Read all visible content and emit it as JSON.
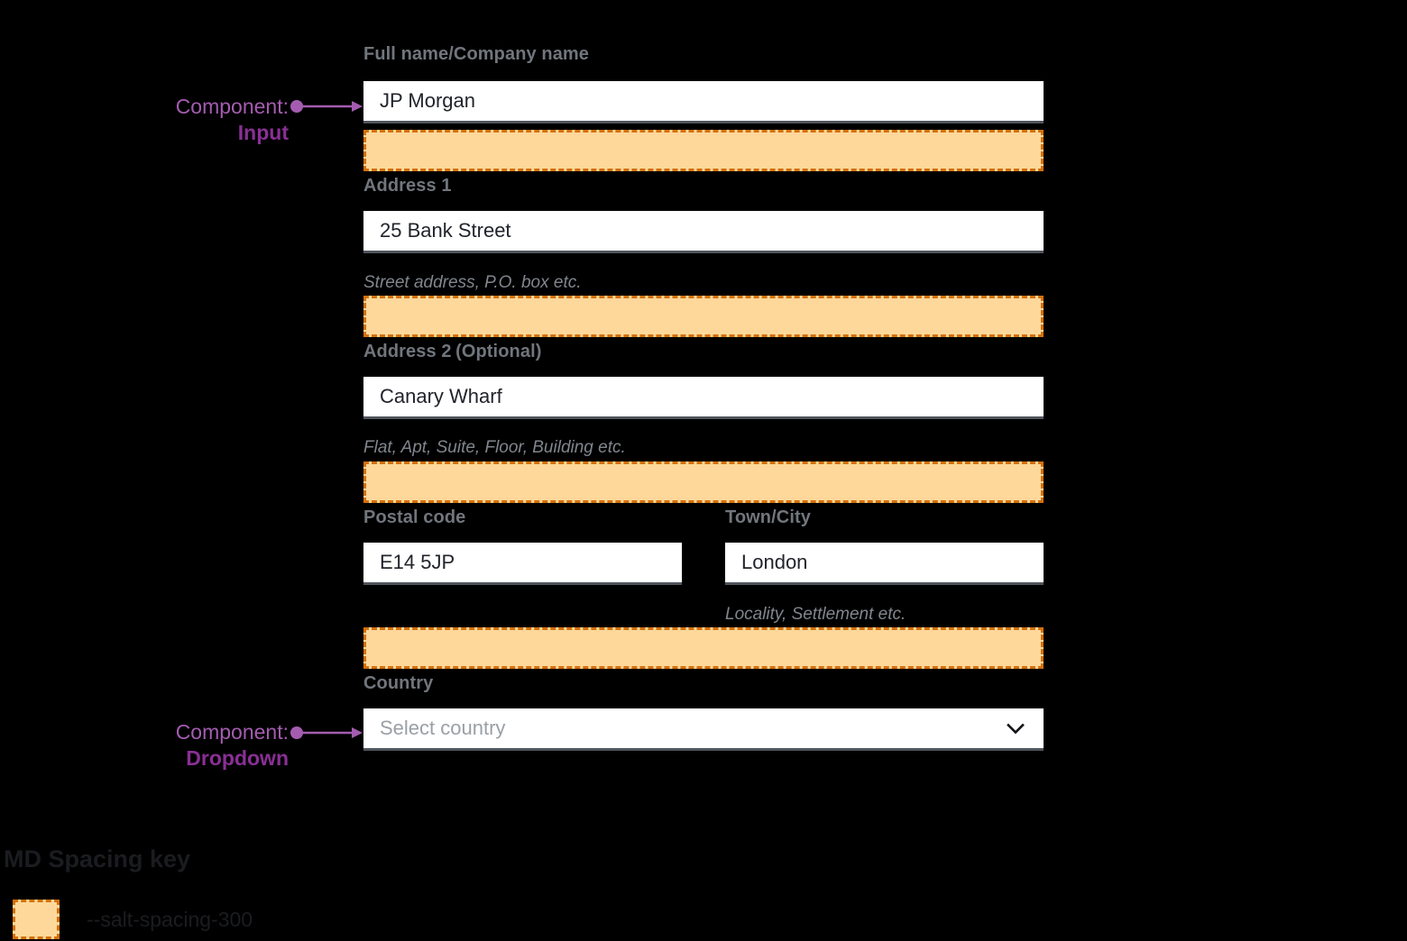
{
  "theme": {
    "background": "#000000",
    "input_background": "#ffffff",
    "input_underline": "#50555c",
    "label_color": "#71767d",
    "helper_color": "#81868d",
    "value_color": "#22242b",
    "placeholder_color": "#9aa0a6",
    "spacing_fill": "#fdd89a",
    "spacing_border": "#d4700d",
    "annotation_prefix_color": "#a45cb0",
    "annotation_name_color": "#8a2f96"
  },
  "form": {
    "fields": [
      {
        "id": "full-name",
        "label": "Full name/Company name",
        "optional_suffix": "",
        "value": "JP Morgan",
        "placeholder": "",
        "helper": "",
        "type": "input"
      },
      {
        "id": "address-1",
        "label": "Address 1",
        "optional_suffix": "",
        "value": "25 Bank Street",
        "placeholder": "",
        "helper": "Street address, P.O. box etc.",
        "type": "input"
      },
      {
        "id": "address-2",
        "label": "Address 2",
        "optional_suffix": "(Optional)",
        "value": "Canary Wharf",
        "placeholder": "",
        "helper": "Flat, Apt, Suite, Floor, Building etc.",
        "type": "input"
      },
      {
        "id": "postal-code",
        "label": "Postal code",
        "optional_suffix": "",
        "value": "E14 5JP",
        "placeholder": "",
        "helper": "",
        "type": "input"
      },
      {
        "id": "town-city",
        "label": "Town/City",
        "optional_suffix": "",
        "value": "London",
        "placeholder": "",
        "helper": "Locality, Settlement etc.",
        "type": "input"
      },
      {
        "id": "country",
        "label": "Country",
        "optional_suffix": "",
        "value": "",
        "placeholder": "Select country",
        "helper": "",
        "type": "dropdown",
        "icon": "chevron-down-icon"
      }
    ]
  },
  "annotations": [
    {
      "id": "input-annotation",
      "prefix": "Component:",
      "name": "Input"
    },
    {
      "id": "dropdown-annotation",
      "prefix": "Component:",
      "name": "Dropdown"
    }
  ],
  "spacing_key": {
    "title": "MD Spacing key",
    "entries": [
      {
        "token": "--salt-spacing-300",
        "fill": "#fdd89a",
        "border": "#d4700d"
      }
    ]
  }
}
